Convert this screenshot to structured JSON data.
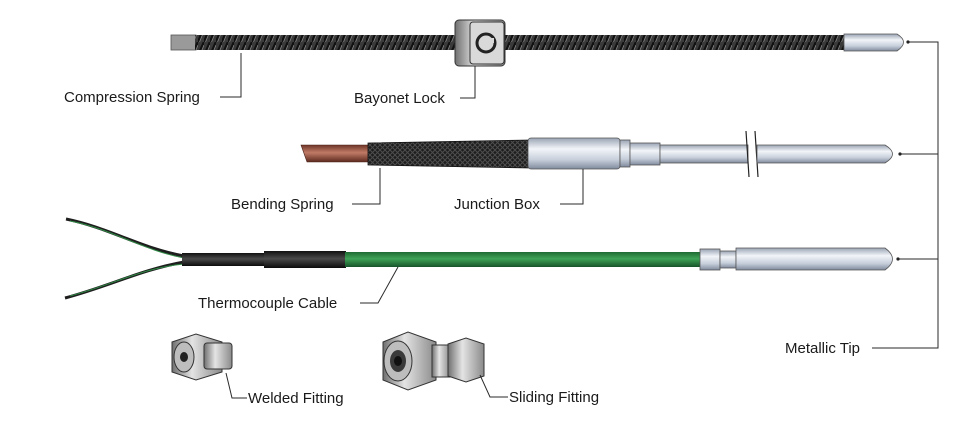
{
  "labels": {
    "compression_spring": "Compression Spring",
    "bayonet_lock": "Bayonet Lock",
    "bending_spring": "Bending Spring",
    "junction_box": "Junction Box",
    "thermocouple_cable": "Thermocouple Cable",
    "metallic_tip": "Metallic Tip",
    "welded_fitting": "Welded Fitting",
    "sliding_fitting": "Sliding Fitting"
  },
  "colors": {
    "spring": "#2b2b2b",
    "metal_light": "#e6ebf2",
    "metal_dark": "#8e99aa",
    "cable_green": "#2f8a45",
    "sleeve_black": "#1e1e1e",
    "copper": "#9b4f3e"
  }
}
